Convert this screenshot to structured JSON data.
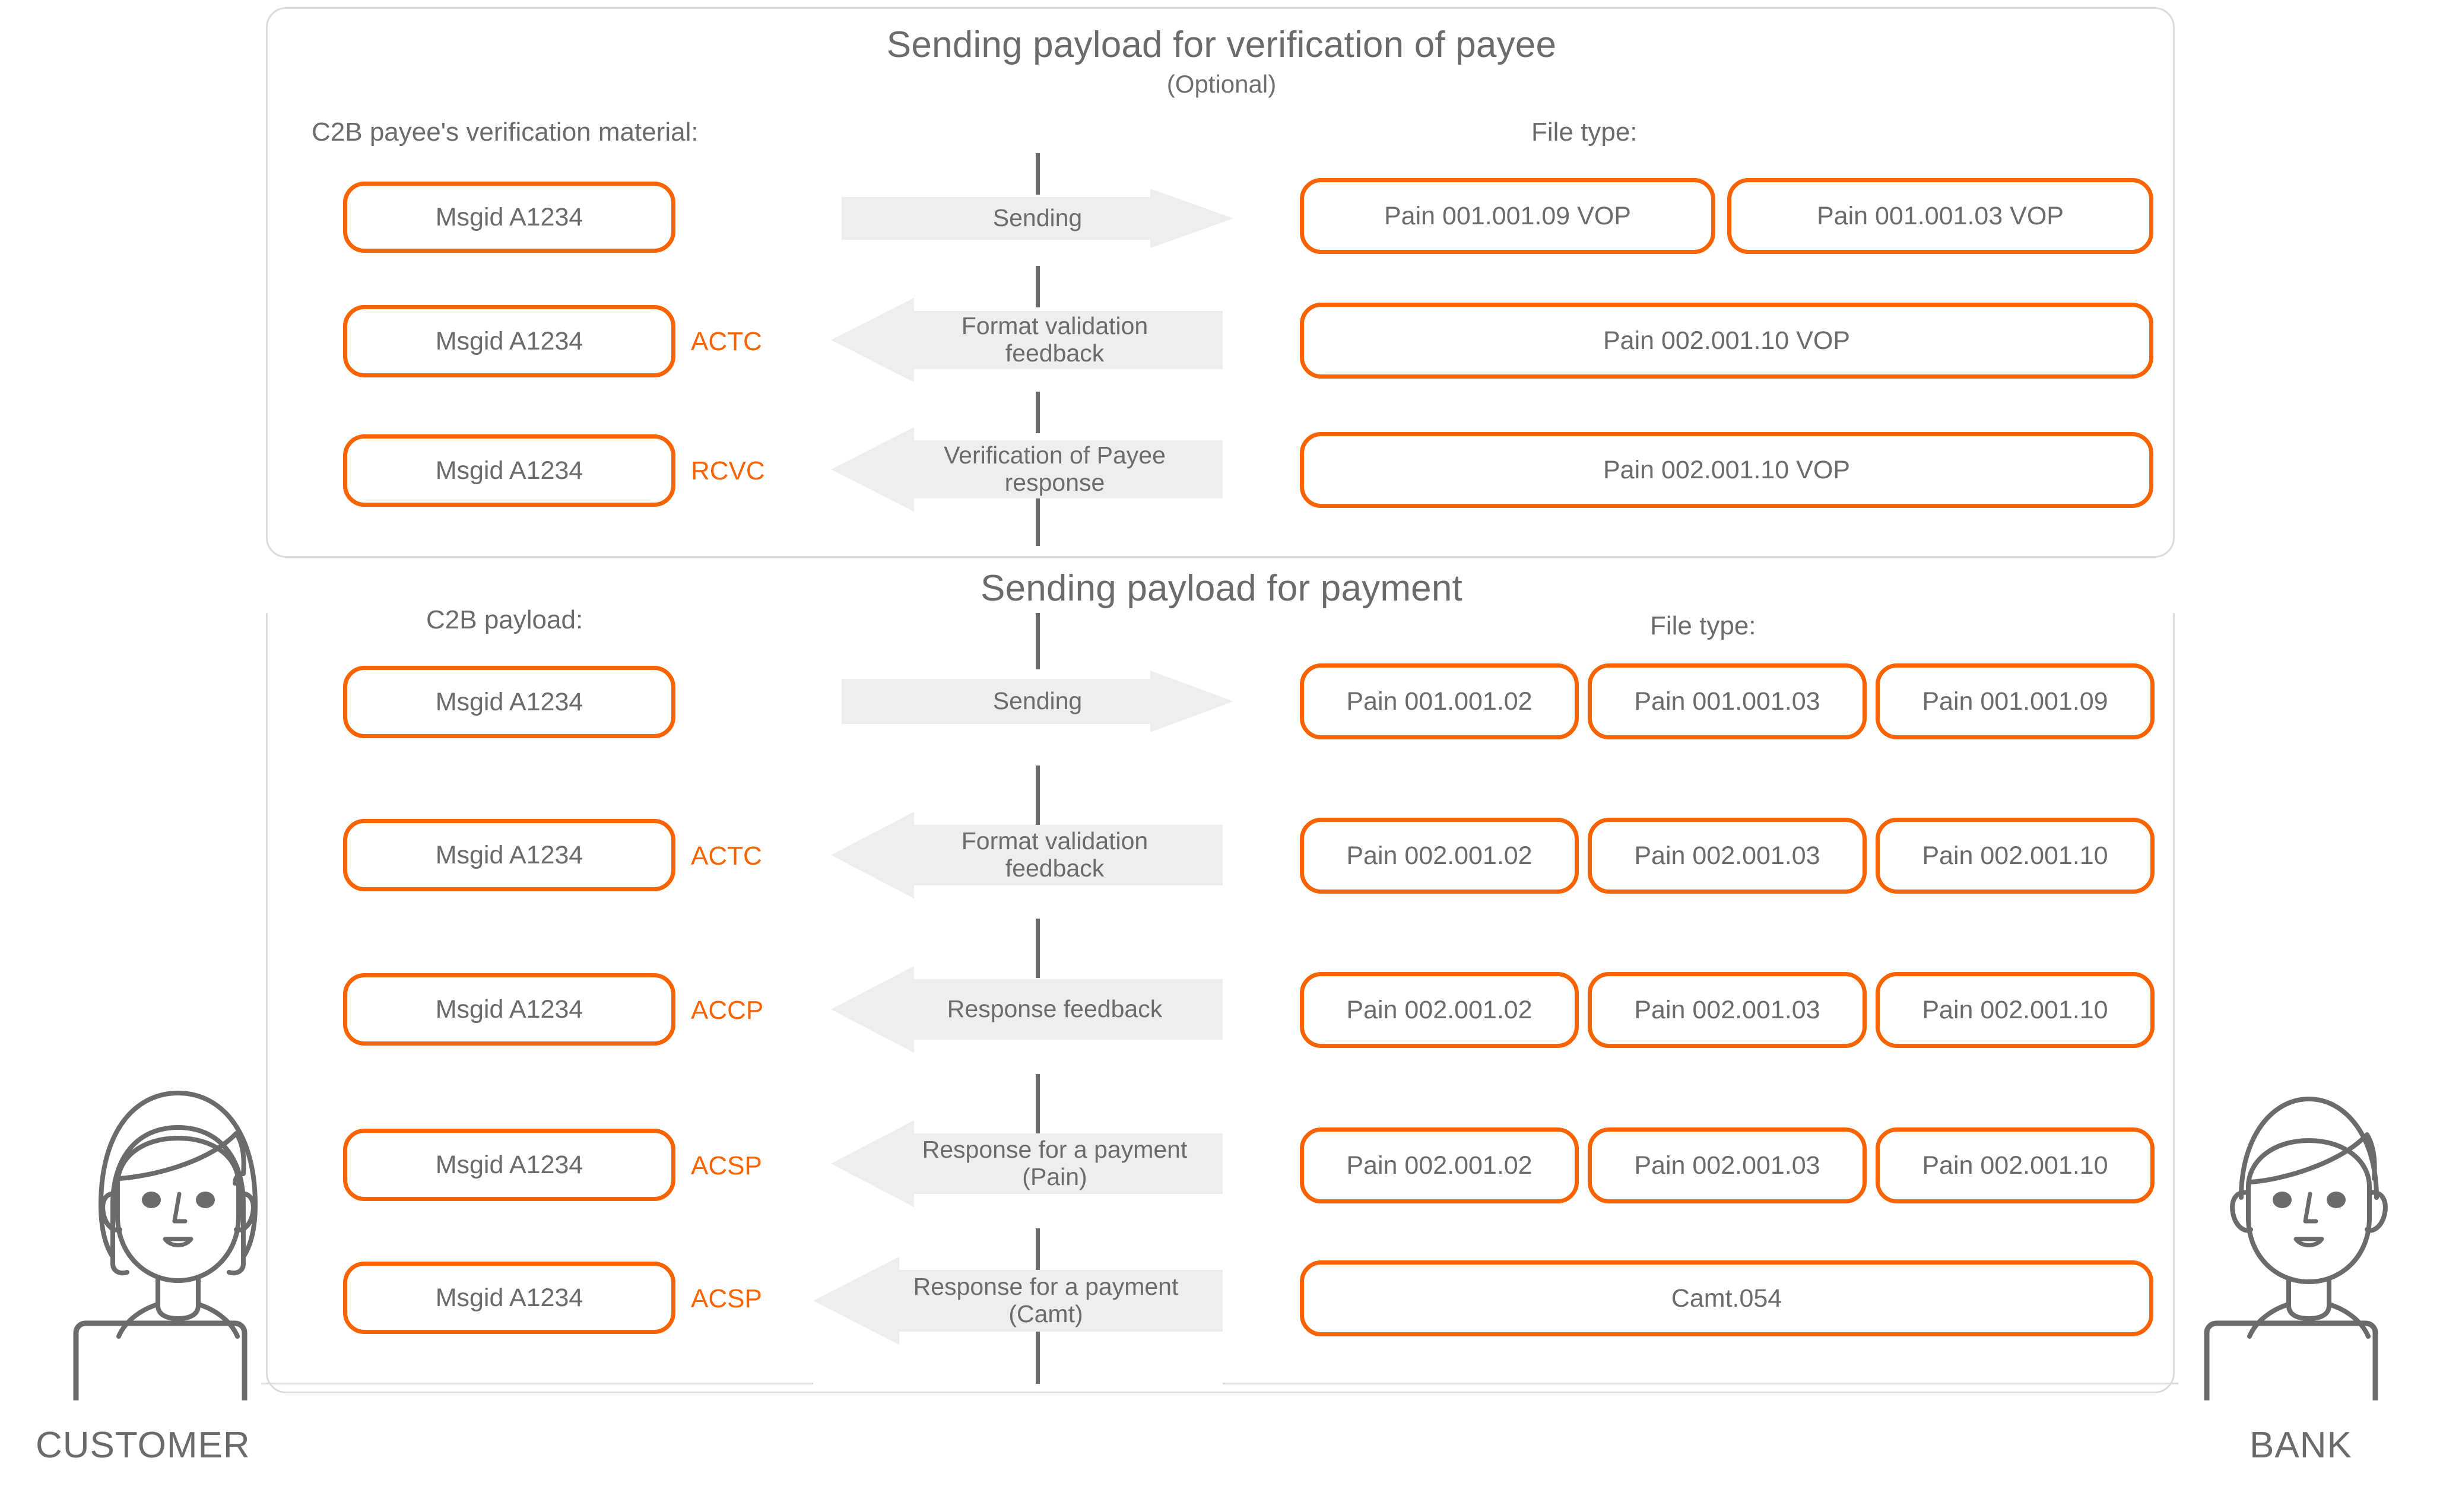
{
  "accent_color": "#f96300",
  "text_color": "#6b6b6b",
  "frame_color": "#dcdcdc",
  "arrow_fill": "#eeeeee",
  "actors": {
    "customer": "CUSTOMER",
    "bank": "BANK"
  },
  "sections": [
    {
      "id": "verification",
      "title": "Sending payload for verification of payee",
      "subtitle": "(Optional)",
      "left_caption": "C2B payee's verification material:",
      "right_caption": "File type:",
      "rows": [
        {
          "msgid": "Msgid A1234",
          "status": "",
          "arrow_label": "Sending",
          "arrow_direction": "right",
          "files": [
            "Pain 001.001.09 VOP",
            "Pain 001.001.03 VOP"
          ]
        },
        {
          "msgid": "Msgid A1234",
          "status": "ACTC",
          "arrow_label": "Format validation\nfeedback",
          "arrow_direction": "left",
          "files": [
            "Pain 002.001.10 VOP"
          ]
        },
        {
          "msgid": "Msgid A1234",
          "status": "RCVC",
          "arrow_label": "Verification of Payee\nresponse",
          "arrow_direction": "left",
          "files": [
            "Pain 002.001.10 VOP"
          ]
        }
      ]
    },
    {
      "id": "payment",
      "title": "Sending payload for payment",
      "subtitle": "",
      "left_caption": "C2B payload:",
      "right_caption": "File type:",
      "rows": [
        {
          "msgid": "Msgid A1234",
          "status": "",
          "arrow_label": "Sending",
          "arrow_direction": "right",
          "files": [
            "Pain 001.001.02",
            "Pain 001.001.03",
            "Pain 001.001.09"
          ]
        },
        {
          "msgid": "Msgid A1234",
          "status": "ACTC",
          "arrow_label": "Format validation\nfeedback",
          "arrow_direction": "left",
          "files": [
            "Pain 002.001.02",
            "Pain 002.001.03",
            "Pain 002.001.10"
          ]
        },
        {
          "msgid": "Msgid A1234",
          "status": "ACCP",
          "arrow_label": "Response feedback",
          "arrow_direction": "left",
          "files": [
            "Pain 002.001.02",
            "Pain 002.001.03",
            "Pain 002.001.10"
          ]
        },
        {
          "msgid": "Msgid A1234",
          "status": "ACSP",
          "arrow_label": "Response for a payment\n(Pain)",
          "arrow_direction": "left",
          "files": [
            "Pain 002.001.02",
            "Pain 002.001.03",
            "Pain 002.001.10"
          ]
        },
        {
          "msgid": "Msgid A1234",
          "status": "ACSP",
          "arrow_label": "Response for a payment\n(Camt)",
          "arrow_direction": "left",
          "files": [
            "Camt.054"
          ]
        }
      ]
    }
  ]
}
